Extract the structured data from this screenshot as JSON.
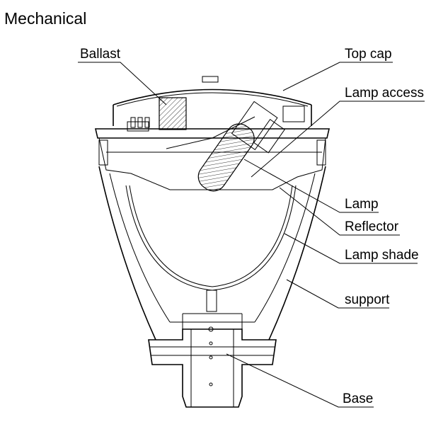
{
  "title": "Mechanical",
  "labels": {
    "ballast": "Ballast",
    "top_cap": "Top cap",
    "lamp_access": "Lamp access",
    "lamp": "Lamp",
    "reflector": "Reflector",
    "lamp_shade": "Lamp shade",
    "support": "support",
    "base": "Base"
  }
}
